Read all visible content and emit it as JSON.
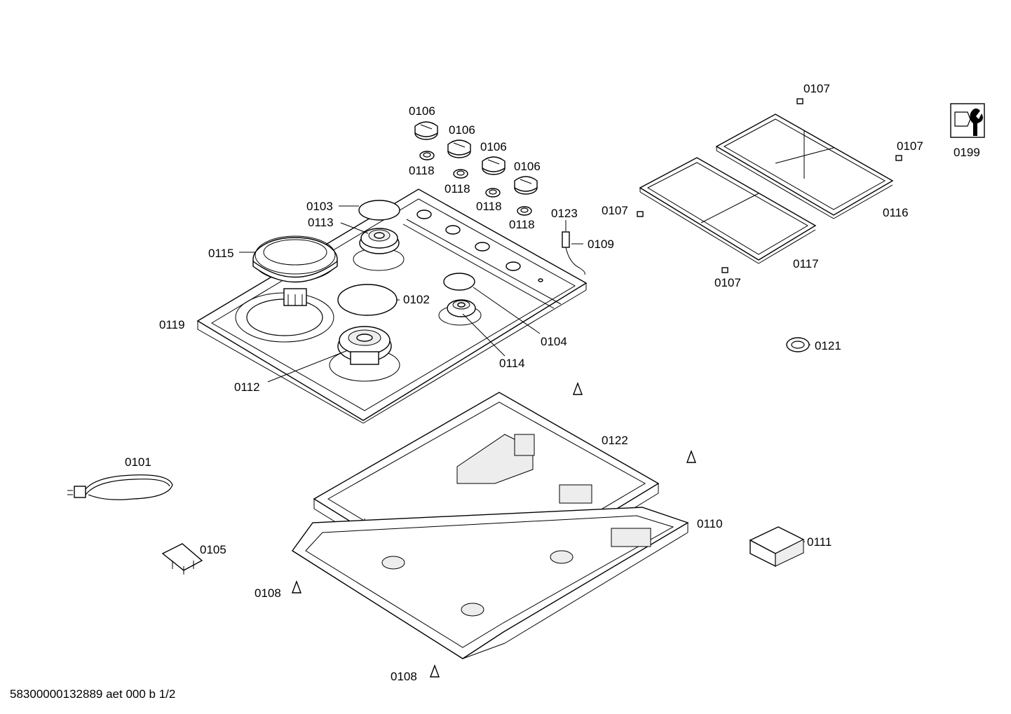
{
  "document_id": "58300000132889 aet 000 b 1/2",
  "service_icon": "wrench-service-icon",
  "labels": {
    "p0101": "0101",
    "p0102": "0102",
    "p0103": "0103",
    "p0104": "0104",
    "p0105": "0105",
    "p0106": "0106",
    "p0107": "0107",
    "p0108": "0108",
    "p0109": "0109",
    "p0110": "0110",
    "p0111": "0111",
    "p0112": "0112",
    "p0113": "0113",
    "p0114": "0114",
    "p0115": "0115",
    "p0116": "0116",
    "p0117": "0117",
    "p0118": "0118",
    "p0119": "0119",
    "p0121": "0121",
    "p0122": "0122",
    "p0123": "0123",
    "p0199": "0199"
  }
}
